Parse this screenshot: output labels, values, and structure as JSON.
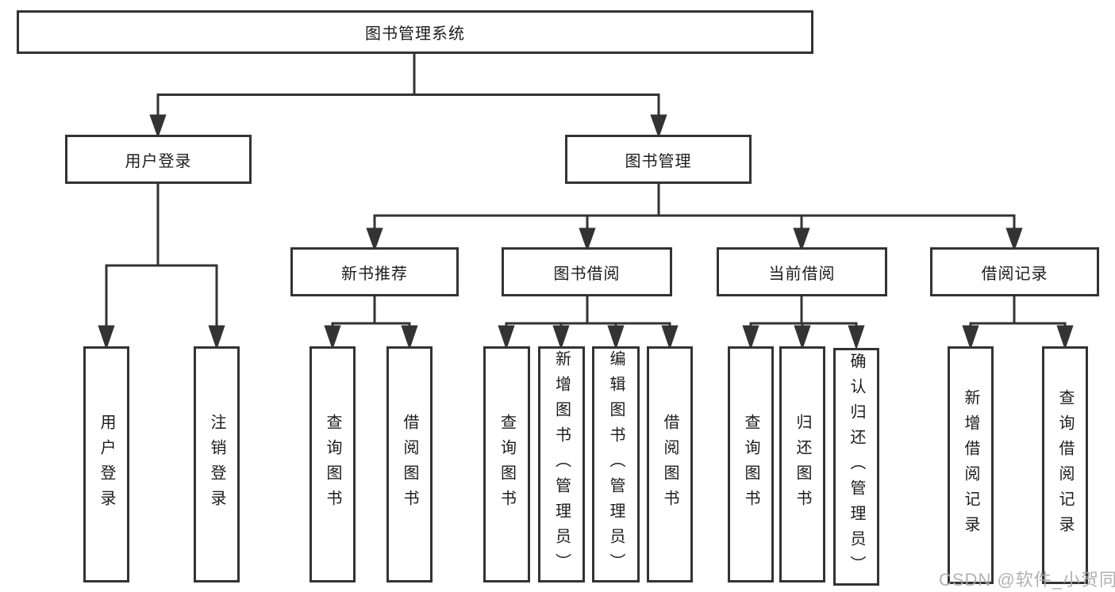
{
  "root": {
    "label": "图书管理系统"
  },
  "level2": [
    {
      "label": "用户登录"
    },
    {
      "label": "图书管理"
    }
  ],
  "level3": [
    {
      "label": "新书推荐"
    },
    {
      "label": "图书借阅"
    },
    {
      "label": "当前借阅"
    },
    {
      "label": "借阅记录"
    }
  ],
  "leaves": {
    "user": [
      {
        "label": "用户登录"
      },
      {
        "label": "注销登录"
      }
    ],
    "recommend": [
      {
        "label": "查询图书"
      },
      {
        "label": "借阅图书"
      }
    ],
    "borrow": [
      {
        "label": "查询图书"
      },
      {
        "label": "新增图书（管理员）"
      },
      {
        "label": "编辑图书（管理员）"
      },
      {
        "label": "借阅图书"
      }
    ],
    "current": [
      {
        "label": "查询图书"
      },
      {
        "label": "归还图书"
      },
      {
        "label": "确认归还（管理员）"
      }
    ],
    "records": [
      {
        "label": "新增借阅记录"
      },
      {
        "label": "查询借阅记录"
      }
    ]
  },
  "watermark": {
    "text": "CSDN @软件_小贺同学"
  },
  "colors": {
    "line": "#333333",
    "text": "#1c1c1c",
    "background": "#ffffff",
    "watermark": "#a8a8a8"
  }
}
